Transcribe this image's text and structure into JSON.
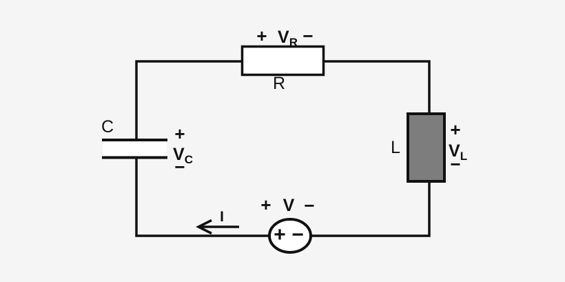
{
  "circuit": {
    "colors": {
      "background": "#f5f5f6",
      "line": "#111111",
      "component_fill": "#ffffff",
      "inductor_fill": "#7d7d7d"
    },
    "components": {
      "resistor": {
        "name": "R",
        "voltage": {
          "plus": "+",
          "symbol": "V",
          "subscript": "R",
          "minus": "−"
        }
      },
      "capacitor": {
        "name": "C",
        "voltage": {
          "plus": "+",
          "symbol": "V",
          "subscript": "C",
          "minus": "−"
        }
      },
      "inductor": {
        "name": "L",
        "voltage": {
          "plus": "+",
          "symbol": "V",
          "subscript": "L",
          "minus": "−"
        }
      },
      "source": {
        "voltage": {
          "plus": "+",
          "symbol": "V",
          "minus": "−"
        },
        "terminal_plus": "+",
        "terminal_minus": "−"
      }
    },
    "current": {
      "label": "I"
    }
  }
}
